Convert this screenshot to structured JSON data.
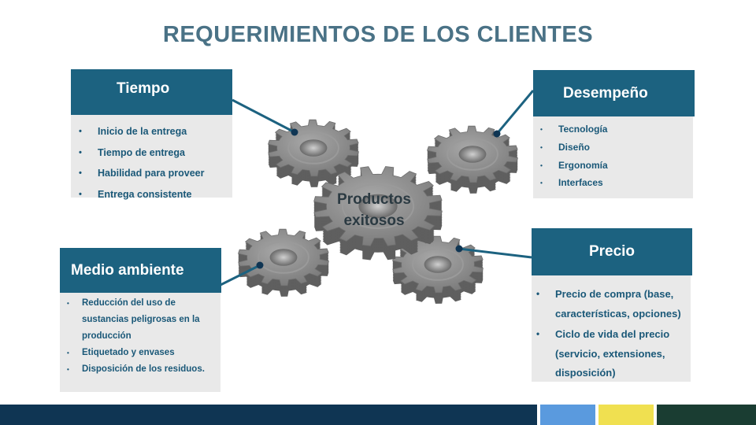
{
  "title": "REQUERIMIENTOS DE LOS CLIENTES",
  "center": {
    "line1": "Productos",
    "line2": "exitosos"
  },
  "tiempo": {
    "header": "Tiempo",
    "items": [
      "Inicio de la entrega",
      "Tiempo de entrega",
      "Habilidad para proveer",
      "Entrega consistente"
    ]
  },
  "desempeno": {
    "header": "Desempeño",
    "items": [
      "Tecnología",
      "Diseño",
      "Ergonomía",
      "Interfaces"
    ]
  },
  "medio_ambiente": {
    "header": "Medio ambiente",
    "items": [
      "Reducción del uso de sustancias peligrosas en la producción",
      "Etiquetado y envases",
      "Disposición de los residuos."
    ]
  },
  "precio": {
    "header": "Precio",
    "items": [
      "Precio de compra (base, características, opciones)",
      "Ciclo de vida del precio (servicio, extensiones, disposición)"
    ]
  },
  "colors": {
    "header_bg": "#1c6280",
    "body_bg": "#e9e9e9",
    "text_blue": "#1a5878",
    "title": "#4a7286",
    "gear": "#8c8c8c",
    "footer_navy": "#0f3553",
    "footer_blue": "#5a9ade",
    "footer_yellow": "#f0e050",
    "footer_green": "#1a3d32"
  }
}
